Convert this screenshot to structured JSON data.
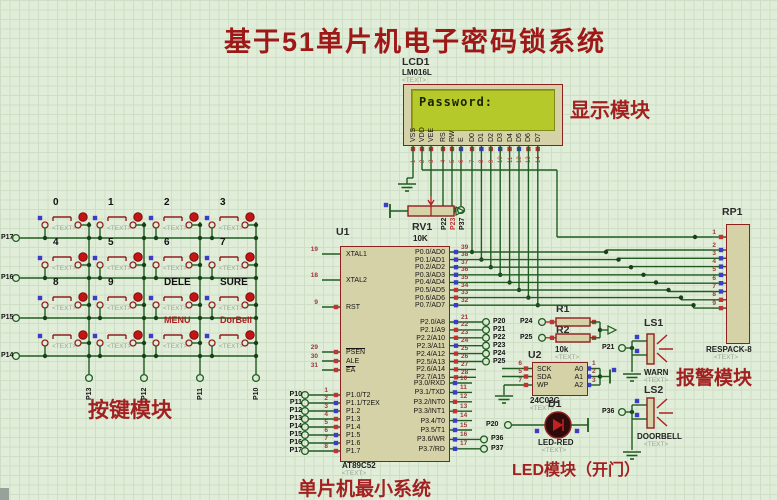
{
  "title": "基于51单片机电子密码锁系统",
  "annotations": {
    "display": "显示模块",
    "keypad": "按键模块",
    "mcu": "单片机最小系统",
    "alarm": "报警模块",
    "led": "LED模块（开门）"
  },
  "placeholder": "<TEXT>",
  "lcd": {
    "ref": "LCD1",
    "value": "LM016L",
    "screen_text": "Password:",
    "pins": [
      "VSS",
      "VDD",
      "VEE",
      "RS",
      "RW",
      "E",
      "D0",
      "D1",
      "D2",
      "D3",
      "D4",
      "D5",
      "D6",
      "D7"
    ],
    "pin_numbers": [
      "1",
      "2",
      "3",
      "4",
      "5",
      "6",
      "7",
      "8",
      "9",
      "10",
      "11",
      "12",
      "13",
      "14"
    ],
    "control_terminals": [
      "P22",
      "P23",
      "P37"
    ]
  },
  "keypad": {
    "row_terminals": [
      "P17",
      "P16",
      "P15",
      "P14"
    ],
    "col_terminals": [
      "P13",
      "P12",
      "P11",
      "P10"
    ],
    "buttons": [
      "0",
      "1",
      "2",
      "3",
      "4",
      "5",
      "6",
      "7",
      "8",
      "9",
      "DELE",
      "SURE",
      "",
      "",
      "MENU",
      "DorBell"
    ]
  },
  "u1": {
    "ref": "U1",
    "value": "AT89C52",
    "left_pins": [
      {
        "num": "19",
        "name": "XTAL1"
      },
      {
        "num": "18",
        "name": "XTAL2"
      },
      {
        "num": "9",
        "name": "RST"
      },
      {
        "num": "29",
        "name": "PSEN"
      },
      {
        "num": "30",
        "name": "ALE"
      },
      {
        "num": "31",
        "name": "EA"
      }
    ],
    "p1_pins": [
      {
        "num": "1",
        "name": "P1.0/T2"
      },
      {
        "num": "2",
        "name": "P1.1/T2EX"
      },
      {
        "num": "3",
        "name": "P1.2"
      },
      {
        "num": "4",
        "name": "P1.3"
      },
      {
        "num": "5",
        "name": "P1.4"
      },
      {
        "num": "6",
        "name": "P1.5"
      },
      {
        "num": "7",
        "name": "P1.6"
      },
      {
        "num": "8",
        "name": "P1.7"
      }
    ],
    "p0_pins": [
      {
        "num": "39",
        "name": "P0.0/AD0"
      },
      {
        "num": "38",
        "name": "P0.1/AD1"
      },
      {
        "num": "37",
        "name": "P0.2/AD2"
      },
      {
        "num": "36",
        "name": "P0.3/AD3"
      },
      {
        "num": "35",
        "name": "P0.4/AD4"
      },
      {
        "num": "34",
        "name": "P0.5/AD5"
      },
      {
        "num": "33",
        "name": "P0.6/AD6"
      },
      {
        "num": "32",
        "name": "P0.7/AD7"
      }
    ],
    "p2_pins": [
      {
        "num": "21",
        "name": "P2.0/A8"
      },
      {
        "num": "22",
        "name": "P2.1/A9"
      },
      {
        "num": "23",
        "name": "P2.2/A10"
      },
      {
        "num": "24",
        "name": "P2.3/A11"
      },
      {
        "num": "25",
        "name": "P2.4/A12"
      },
      {
        "num": "26",
        "name": "P2.5/A13"
      },
      {
        "num": "27",
        "name": "P2.6/A14"
      },
      {
        "num": "28",
        "name": "P2.7/A15"
      }
    ],
    "p3_pins": [
      {
        "num": "10",
        "name": "P3.0/RXD"
      },
      {
        "num": "11",
        "name": "P3.1/TXD"
      },
      {
        "num": "12",
        "name": "P3.2/INT0"
      },
      {
        "num": "13",
        "name": "P3.3/INT1"
      },
      {
        "num": "14",
        "name": "P3.4/T0"
      },
      {
        "num": "15",
        "name": "P3.5/T1"
      },
      {
        "num": "16",
        "name": "P3.6/WR"
      },
      {
        "num": "17",
        "name": "P3.7/RD"
      }
    ],
    "p1_terminals": [
      "P10",
      "P11",
      "P12",
      "P13",
      "P14",
      "P15",
      "P16",
      "P17"
    ],
    "p2_terminals": [
      "P20",
      "P21",
      "P22",
      "P23",
      "P24",
      "P25"
    ],
    "p2_extra_terminals": [
      "P24",
      "P25"
    ],
    "p3_terminals": [
      "P36",
      "P37"
    ]
  },
  "rv1": {
    "ref": "RV1",
    "value": "10K"
  },
  "rp1": {
    "ref": "RP1",
    "value": "RESPACK-8",
    "pin_numbers": [
      "1",
      "2",
      "3",
      "4",
      "5",
      "6",
      "7",
      "8",
      "9"
    ]
  },
  "resistors": {
    "ref1": "R1",
    "ref2": "R2",
    "value": "10k",
    "terminals": [
      "P24",
      "P25"
    ]
  },
  "u2": {
    "ref": "U2",
    "value": "24C02C",
    "left_pins": [
      {
        "num": "6",
        "name": "SCK"
      },
      {
        "num": "5",
        "name": "SDA"
      },
      {
        "num": "7",
        "name": "WP"
      }
    ],
    "right_pins": [
      {
        "num": "1",
        "name": "A0"
      },
      {
        "num": "2",
        "name": "A1"
      },
      {
        "num": "3",
        "name": "A2"
      }
    ]
  },
  "d1": {
    "ref": "D1",
    "value": "LED-RED",
    "terminal": "P20"
  },
  "ls1": {
    "ref": "LS1",
    "value": "WARN",
    "terminal": "P21"
  },
  "ls2": {
    "ref": "LS2",
    "value": "DOORBELL",
    "terminal": "P36"
  },
  "colors": {
    "wire": "#1f5c20",
    "component": "#8f1f1f",
    "component_fill": "#d6d2a8",
    "lcd_screen": "#b6c92b",
    "annotation": "#a32020",
    "state_high": "#c03434",
    "state_low": "#3c3cc8"
  }
}
